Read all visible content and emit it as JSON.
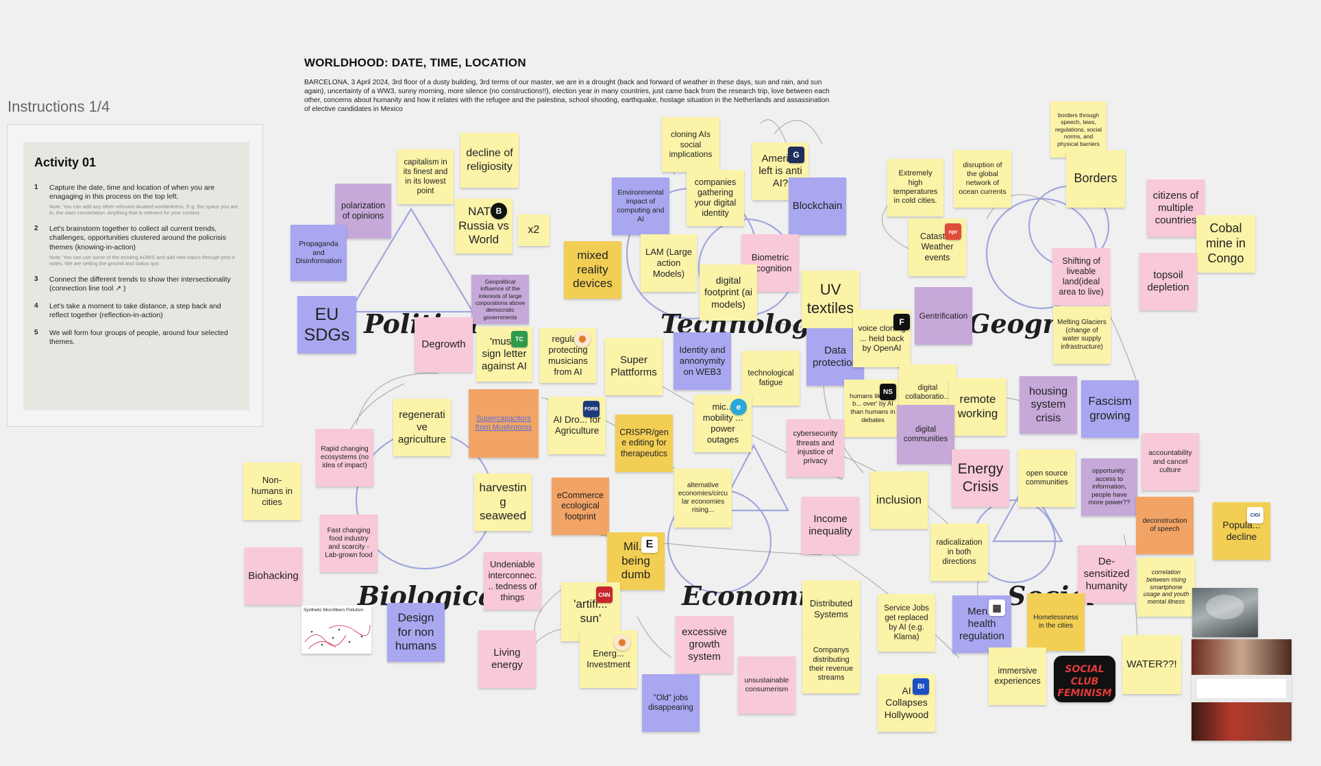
{
  "instructions": {
    "title": "Instructions 1/4",
    "activity": "Activity 01",
    "steps": [
      {
        "n": "1",
        "text": "Capture the date, time and location of when you are enagaging in this process on the top left.",
        "note": "Note: You can add any other relevant situated worldedness. E.g. the space you are in, the stars constelation. Anything that is relevent for your context."
      },
      {
        "n": "2",
        "text": "Let's brainstorm together to collect all current trends, challenges, opportunities clustered around the policrisis themes (knowing-in-action)",
        "note": "Note: You can use some of the exisitng AOWS and add new topics through post it notes. We are setting the ground and status quo"
      },
      {
        "n": "3",
        "text": "Connect the different trends to show ther intersectionality (connection line tool ↗ )",
        "note": ""
      },
      {
        "n": "4",
        "text": "Let's take a moment to take distance, a step back and reflect together (reflection-in-action)",
        "note": ""
      },
      {
        "n": "5",
        "text": "We will form four groups of people, around four selected themes.",
        "note": ""
      }
    ]
  },
  "board": {
    "title": "WORLDHOOD: DATE, TIME, LOCATION",
    "description": "BARCELONA, 3 April 2024, 3rd floor of a dusty building, 3rd terms of our master, we are in a drought (back and forward of weather in these days, sun and rain, and sun again), uncertainty of a WW3, sunny morning, more silence (no constructions!!), election year in many countries, just came back from the research trip, love between each other, concerns about humanity and how it relates with the refugee and the palestina, school shooting, earthquake, hostage situation in the Netherlands and assassination of elective candidates in Mexico"
  },
  "categories": {
    "political": "Politi...l",
    "technological": "Technological",
    "geographical": "Geograp",
    "biological": "Biological",
    "economic": "Economic",
    "social": "Social"
  },
  "colors": {
    "yellow": "#fbf3a8",
    "pink": "#f8c9d8",
    "purple": "#c6a8d9",
    "blue": "#a9a7f0",
    "orange": "#f2a466",
    "gold": "#f2cf54"
  },
  "notes": {
    "capitalism": "capitalism in its finest and in its lowest point",
    "religiosity": "decline of religiosity",
    "polarization": "polarization of opinions",
    "propaganda": "Propaganda and Disinformation",
    "nato": "NATO Russia vs World",
    "x2": "x2",
    "eu_sdgs": "EU SDGs",
    "geopolitical": "Geopolitical influence of the interests of large corporations above democratic governments",
    "degrowth": "Degrowth",
    "music": "'music sign letter against AI",
    "mixed_reality": "mixed reality devices",
    "cloning_ais": "cloning AIs social implications",
    "environmental": "Environmental impact of computing and AI",
    "companies_gathering": "companies gathering your digital identity",
    "america_left": "America left is anti AI?",
    "blockchain": "Blockchain",
    "lam": "LAM (Large action Models)",
    "biometric": "Biometric ...cognition",
    "digital_footprint": "digital footprint (ai models)",
    "uv_textiles": "UV textiles",
    "identity_web3": "Identity and annonymity on WEB3",
    "data_protection": "Data protection",
    "voice_cloning": "voice cloning ... held back by OpenAI",
    "tech_fatigue": "technological fatigue",
    "regulation": "regula... protecting musicians from AI",
    "super_platforms": "Super Plattforms",
    "extremely_high": "Extremely high temperatures in cold cities.",
    "disruption_global": "disruption of the global network of ocean currents",
    "borders_through": "borders through speech, laws, regulations, social norms, and physical barriers",
    "borders": "Borders",
    "citizens_multiple": "citizens of multiple countries",
    "cobalt": "Cobal mine in Congo",
    "catastrophic_weather": "Catastr... Weather events",
    "gentrification": "Gentrification",
    "shifting_land": "Shifting of liveable land(ideal area to live)",
    "topsoil": "topsoil depletion",
    "melting_glaciers": "Melting Glaciers (change of water supply infrastructure)",
    "humans_likely": "humans likely to b... over' by AI than humans in debates",
    "digital_collaboration": "digital collaboratio...",
    "remote_working": "remote working",
    "housing_crisis": "housing system crisis",
    "fascism": "Fascism growing",
    "digital_communities": "digital communities",
    "accountability": "accountability and cancel culture",
    "regenerative": "regenerative agriculture",
    "supercapacitors": "Supercapacitors from Mushrooms",
    "ai_drones": "AI Dro... for Agriculture",
    "crispr": "CRISPR/gene editing for therapeutics",
    "micro_mobility": "mic... mobility ... power outages",
    "cybersecurity": "cybersecurity threats and injustice of privacy",
    "energy_crisis": "Energy Crisis",
    "open_source": "open source communities",
    "opportunity": "opportunity: access to information, people have more power??",
    "rapid_ecosystems": "Rapid changing ecosystems (no idea of impact)",
    "non_humans_cities": "Non-humans in cities",
    "harvesting": "harvesting seaweed",
    "ecommerce": "eCommerce ecological footprint",
    "alternative_economies": "alternative economies/circular economies rising...",
    "income_inequality": "Income inequality",
    "inclusion": "inclusion",
    "radicalization": "radicalization in both directions",
    "deconstruction": "deconstruction of speech",
    "population": "Popula... decline",
    "fast_food": "Fast changing food industry and scarcity - Lab-grown food",
    "undeniable": "Undeniable interconnec... tedness of things",
    "millennials": "Mil... being dumb",
    "desensitized": "De-sensitized humanity",
    "correlation": "correlation between rising smartphone usage and youth mental illness",
    "biohacking": "Biohacking",
    "design_non_humans": "Design for non humans",
    "artificial_sun": "'artifi... sun'",
    "distributed": "Distributed Systems",
    "service_jobs": "Service Jobs get replaced by AI (e.g. Klarna)",
    "mental_health": "Men... health regulation",
    "homelessness": "Homelessness in the cities",
    "microfibers": "Synthetic Microfibers Pollution",
    "living_energy": "Living energy",
    "energy_investment": "Energ... Investment",
    "excessive_growth": "excessive growth system",
    "companies_distributing": "Companys distributing their revenue streams",
    "immersive": "immersive experiences",
    "water": "WATER??!",
    "social_club": "SOCIAL CLUB FEMINISM",
    "old_jobs": "\"Old\" jobs disappearing",
    "unsustainable": "unsustainable consumerism",
    "ai_collapses": "AI Collapses Hollywood"
  },
  "badges": {
    "b": "B",
    "g": "G",
    "tc": "TC",
    "f": "F",
    "ns": "NS",
    "e": "E",
    "cnn": "CNN",
    "bi": "BI",
    "cigi": "CIGI",
    "npr": "npr"
  }
}
